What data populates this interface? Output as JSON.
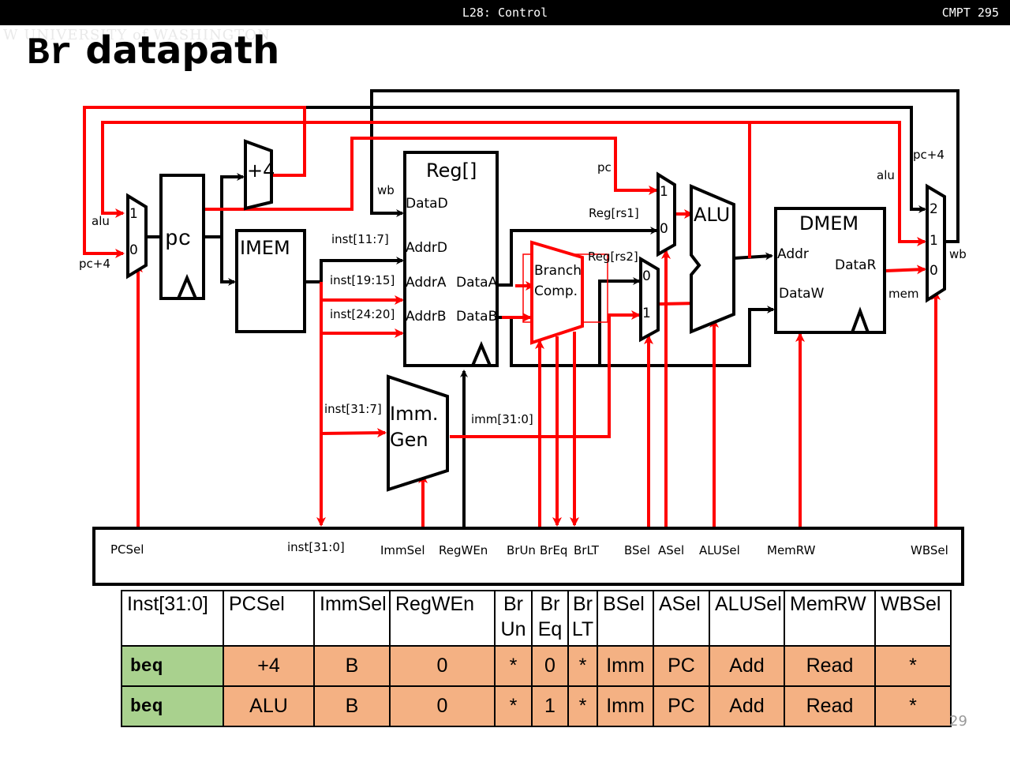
{
  "header": {
    "lecture": "L28: Control",
    "course": "CMPT 295"
  },
  "watermark": "W UNIVERSITY of WASHINGTON",
  "slide": {
    "title_code": "Br",
    "title_text": " datapath",
    "page_number": "29"
  },
  "colors": {
    "active_wire": "#ff0000",
    "inactive_wire": "#000000",
    "table_instruction_bg": "#a9d18e",
    "table_value_bg": "#f4b183"
  },
  "diagram": {
    "blocks": {
      "pc": "pc",
      "plus4": "+4",
      "imem": "IMEM",
      "reg": "Reg[]",
      "branch_comp_line1": "Branch",
      "branch_comp_line2": "Comp.",
      "alu": "ALU",
      "dmem": "DMEM",
      "immgen_line1": "Imm.",
      "immgen_line2": "Gen"
    },
    "ports": {
      "data_d": "DataD",
      "addr_d": "AddrD",
      "addr_a": "AddrA",
      "addr_b": "AddrB",
      "data_a": "DataA",
      "data_b": "DataB",
      "addr": "Addr",
      "data_w": "DataW",
      "data_r": "DataR"
    },
    "wire_labels": {
      "alu_left": "alu",
      "pc4_left": "pc+4",
      "wb_top": "wb",
      "inst_11_7": "inst[11:7]",
      "inst_19_15": "inst[19:15]",
      "inst_24_20": "inst[24:20]",
      "inst_31_7": "inst[31:7]",
      "imm_31_0": "imm[31:0]",
      "pc": "pc",
      "reg_rs1": "Reg[rs1]",
      "reg_rs2": "Reg[rs2]",
      "pc4_right": "pc+4",
      "alu_right": "alu",
      "wb_right": "wb",
      "mem": "mem"
    },
    "mux_inputs": {
      "pcsel_1": "1",
      "pcsel_0": "0",
      "asel_1": "1",
      "asel_0": "0",
      "bsel_0": "0",
      "bsel_1": "1",
      "wbsel_2": "2",
      "wbsel_1": "1",
      "wbsel_0": "0"
    },
    "control_signals": {
      "pcsel": "PCSel",
      "inst": "inst[31:0]",
      "immsel": "ImmSel",
      "regwen": "RegWEn",
      "brun": "BrUn",
      "breq": "BrEq",
      "brlt": "BrLT",
      "bsel": "BSel",
      "asel": "ASel",
      "alusel": "ALUSel",
      "memrw": "MemRW",
      "wbsel": "WBSel"
    }
  },
  "control_table": {
    "headers": [
      {
        "line1": "Inst[31:0]",
        "line2": ""
      },
      {
        "line1": "PCSel",
        "line2": ""
      },
      {
        "line1": "ImmSel",
        "line2": ""
      },
      {
        "line1": "RegWEn",
        "line2": ""
      },
      {
        "line1": "Br",
        "line2": "Un"
      },
      {
        "line1": "Br",
        "line2": "Eq"
      },
      {
        "line1": "Br",
        "line2": "LT"
      },
      {
        "line1": "BSel",
        "line2": ""
      },
      {
        "line1": "ASel",
        "line2": ""
      },
      {
        "line1": "ALUSel",
        "line2": ""
      },
      {
        "line1": "MemRW",
        "line2": ""
      },
      {
        "line1": "WBSel",
        "line2": ""
      }
    ],
    "rows": [
      [
        "beq",
        "+4",
        "B",
        "0",
        "*",
        "0",
        "*",
        "Imm",
        "PC",
        "Add",
        "Read",
        "*"
      ],
      [
        "beq",
        "ALU",
        "B",
        "0",
        "*",
        "1",
        "*",
        "Imm",
        "PC",
        "Add",
        "Read",
        "*"
      ]
    ]
  }
}
